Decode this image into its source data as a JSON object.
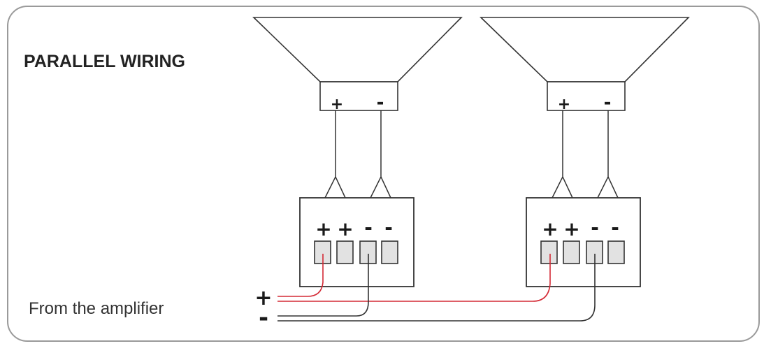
{
  "title": "PARALLEL WIRING",
  "source_label": "From the amplifier",
  "source_plus": "+",
  "source_minus": "-",
  "speaker_terminals": {
    "plus": "+",
    "minus": "-"
  },
  "block_terminals": [
    "+",
    "+",
    "-",
    "-"
  ],
  "speakers": [
    {
      "id": "speaker-1"
    },
    {
      "id": "speaker-2"
    }
  ],
  "colors": {
    "positive_wire": "#d42a35",
    "negative_wire": "#333333",
    "outline": "#333333",
    "terminal_fill": "#e2e2e2",
    "frame": "#9a9a9a"
  }
}
